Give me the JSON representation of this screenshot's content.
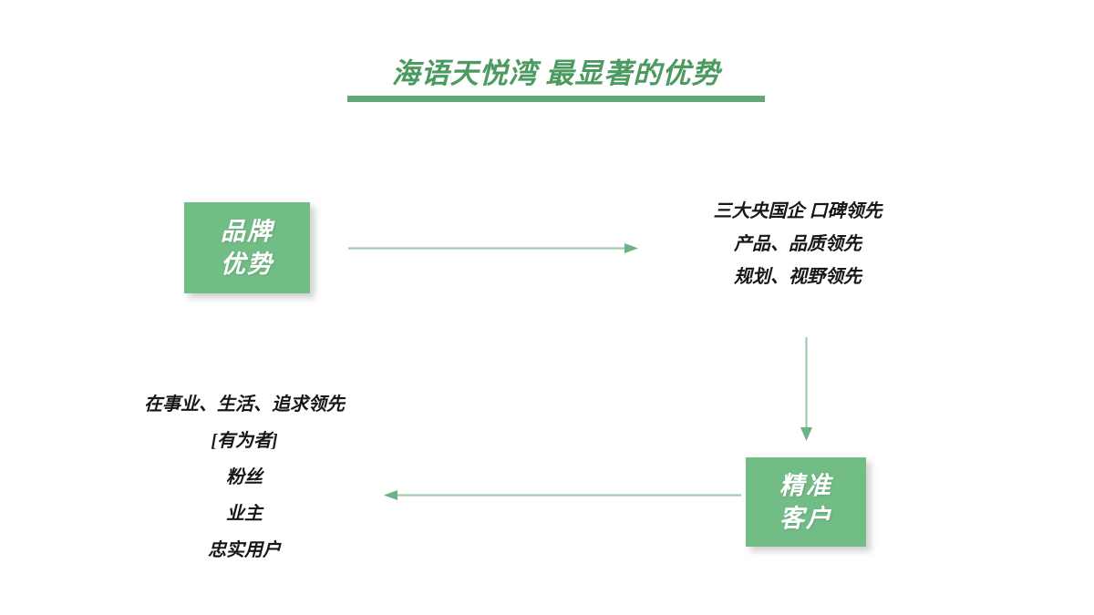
{
  "slide": {
    "background_color": "#ffffff",
    "accent_green": "#72bc86",
    "title_color": "#4b9a5f",
    "arrow_color": "#8fc8a2"
  },
  "header": {
    "title": "海语天悦湾 最显著的优势"
  },
  "boxes": {
    "brand_advantage": {
      "line1": "品牌",
      "line2": "优势"
    },
    "precise_customer": {
      "line1": "精准",
      "line2": "客户"
    }
  },
  "brand_points": {
    "lines": [
      "三大央国企 口碑领先",
      "产品、品质领先",
      "规划、视野领先"
    ]
  },
  "customer_points": {
    "lines": [
      "在事业、生活、追求领先",
      "[有为者]",
      "粉丝",
      "业主",
      "忠实用户"
    ]
  },
  "arrows": {
    "brand_to_points": "arrow-right-icon",
    "points_to_customer": "arrow-down-icon",
    "customer_to_profile": "arrow-left-icon"
  }
}
